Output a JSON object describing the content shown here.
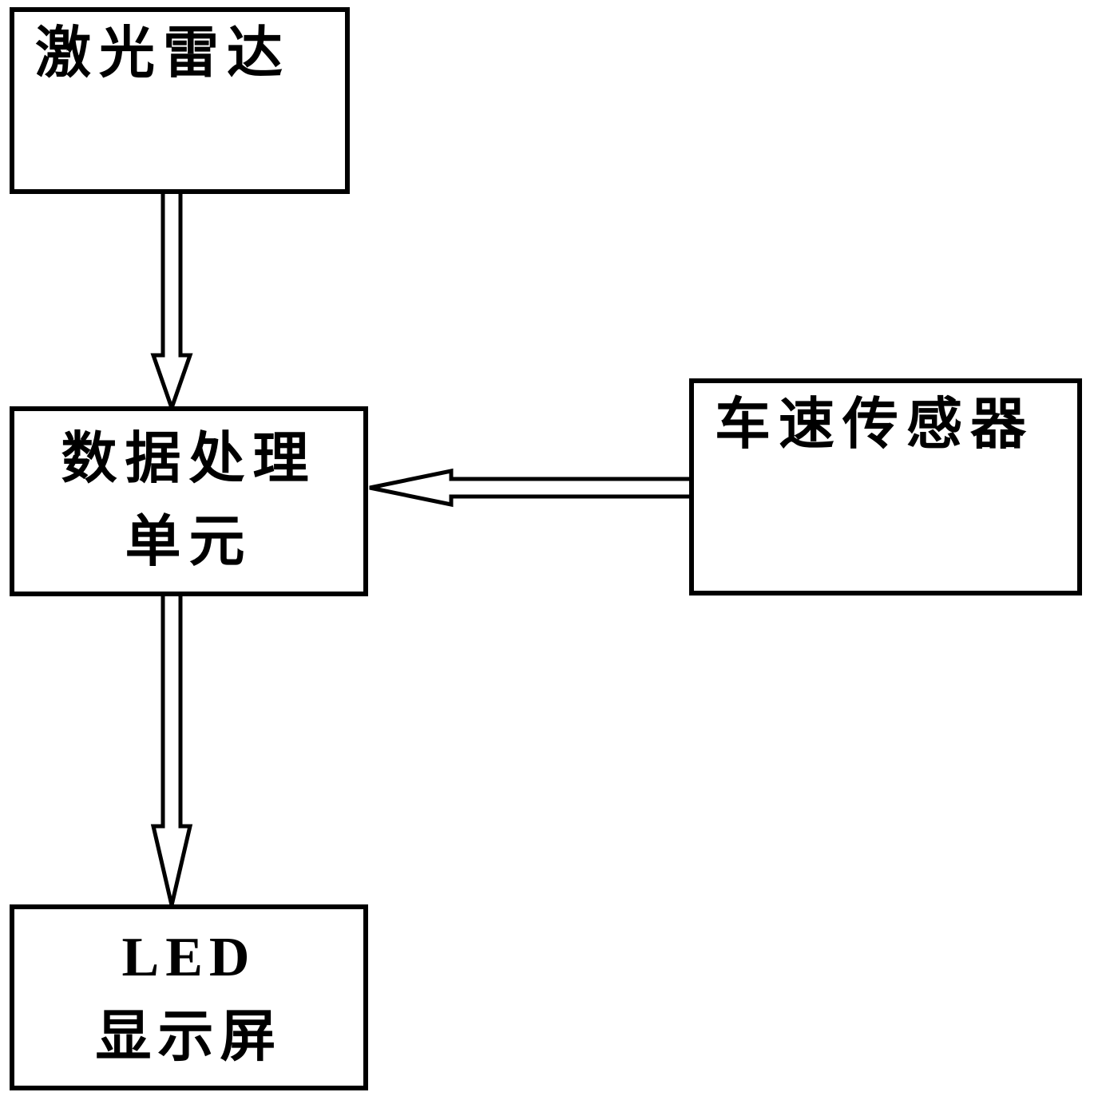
{
  "boxes": {
    "lidar": {
      "label": "激光雷达"
    },
    "processor": {
      "line1": "数据处理",
      "line2": "单元"
    },
    "speed_sensor": {
      "label": "车速传感器"
    },
    "led_display": {
      "line1": "LED",
      "line2": "显示屏"
    }
  },
  "connections": [
    {
      "from": "激光雷达",
      "to": "数据处理单元",
      "direction": "down",
      "style": "hollow-arrow"
    },
    {
      "from": "车速传感器",
      "to": "数据处理单元",
      "direction": "left",
      "style": "hollow-arrow"
    },
    {
      "from": "数据处理单元",
      "to": "LED显示屏",
      "direction": "down",
      "style": "hollow-arrow"
    }
  ],
  "colors": {
    "background": "#ffffff",
    "line": "#000000",
    "text": "#000000",
    "box_fill": "#ffffff"
  }
}
